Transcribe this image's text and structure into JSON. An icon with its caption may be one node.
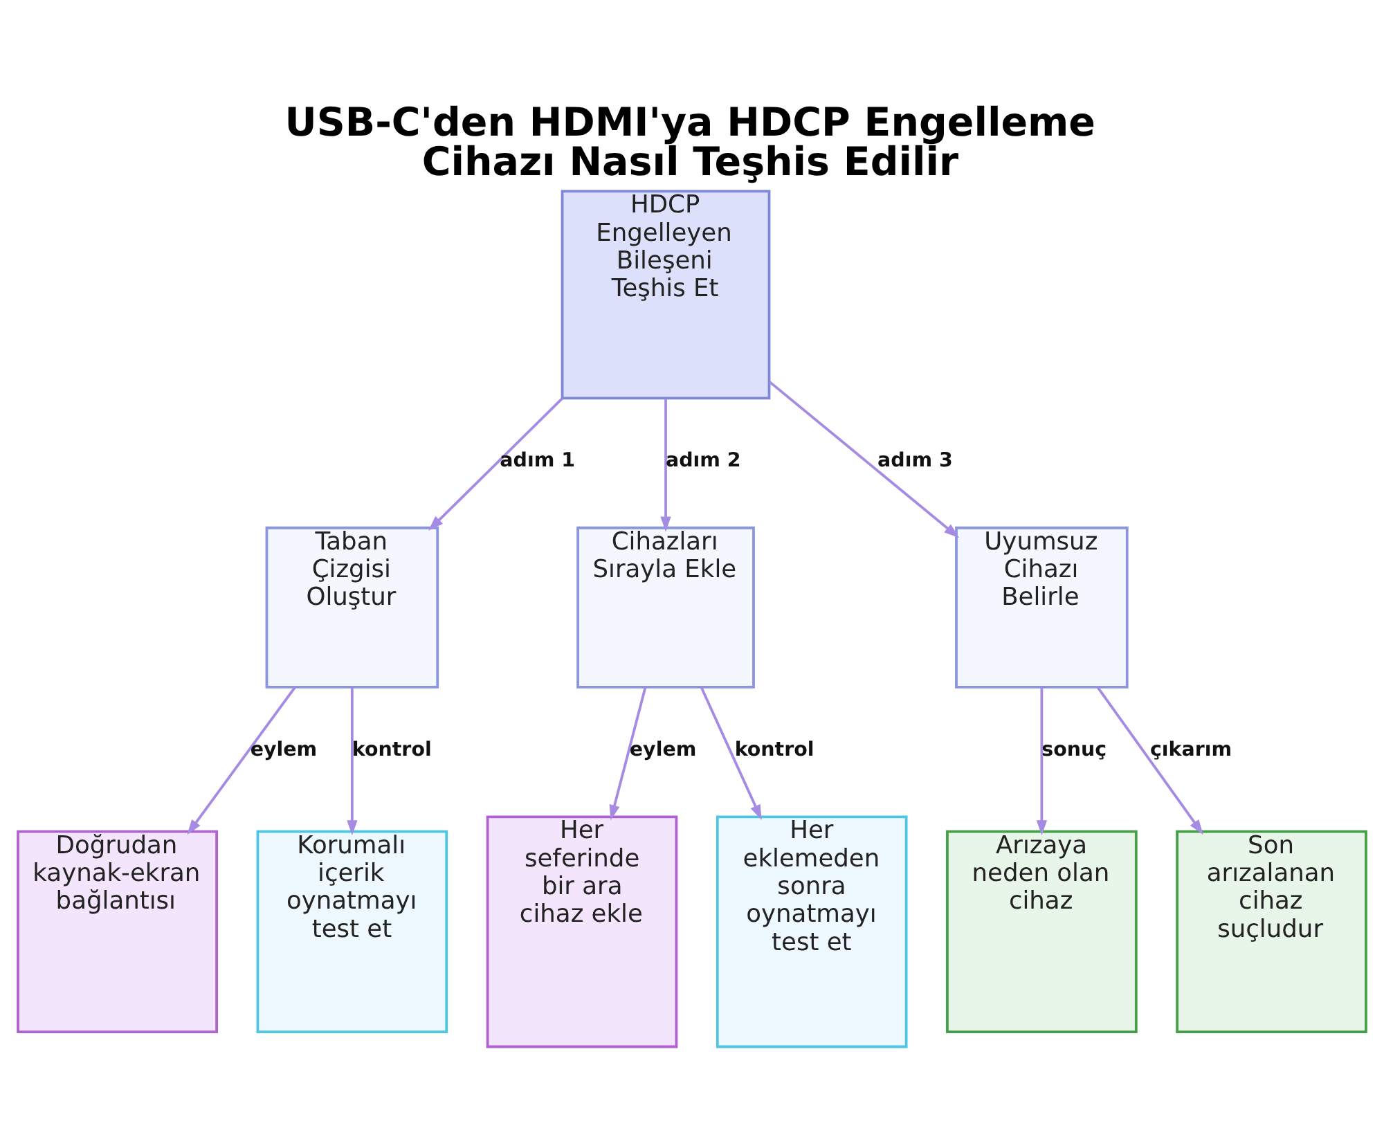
{
  "diagram": {
    "title": "USB-C'den HDMI'ya HDCP Engelleme Cihazı Nasıl Teşhis Edilir",
    "nodes": [
      {
        "text": [
          "HDCP Engelleyen Bileşeni Teşhis Et"
        ]
      },
      {
        "text": [
          "Taban Çizgisi Oluştur"
        ]
      },
      {
        "text": [
          "Cihazları Sırayla Ekle"
        ]
      },
      {
        "text": [
          "Uyumsuz Cihazı Belirle"
        ]
      },
      {
        "text": [
          "Doğrudan kaynak-ekran bağlantısı"
        ]
      },
      {
        "text": [
          "Korumalı içerik oynatmayı test et"
        ]
      },
      {
        "text": [
          "Her seferinde bir ara cihaz ekle"
        ]
      },
      {
        "text": [
          "Her eklemeden sonra oynatmayı test et"
        ]
      },
      {
        "text": [
          "Arızaya neden olan cihaz"
        ]
      },
      {
        "text": [
          "Son arızalanan cihaz suçludur"
        ]
      }
    ],
    "edges": [
      {
        "from": 0,
        "to": 1,
        "arrow": "to",
        "label": "adım 1"
      },
      {
        "from": 0,
        "to": 2,
        "arrow": "to",
        "label": "adım 2"
      },
      {
        "from": 0,
        "to": 3,
        "arrow": "to",
        "label": "adım 3"
      },
      {
        "from": 1,
        "to": 4,
        "arrow": "to",
        "label": "eylem"
      },
      {
        "from": 1,
        "to": 5,
        "arrow": "to",
        "label": "kontrol"
      },
      {
        "from": 2,
        "to": 6,
        "arrow": "to",
        "label": "eylem"
      },
      {
        "from": 2,
        "to": 7,
        "arrow": "to",
        "label": "kontrol"
      },
      {
        "from": 3,
        "to": 8,
        "arrow": "to",
        "label": "sonuç"
      },
      {
        "from": 3,
        "to": 9,
        "arrow": "to",
        "label": "çıkarım"
      }
    ]
  }
}
